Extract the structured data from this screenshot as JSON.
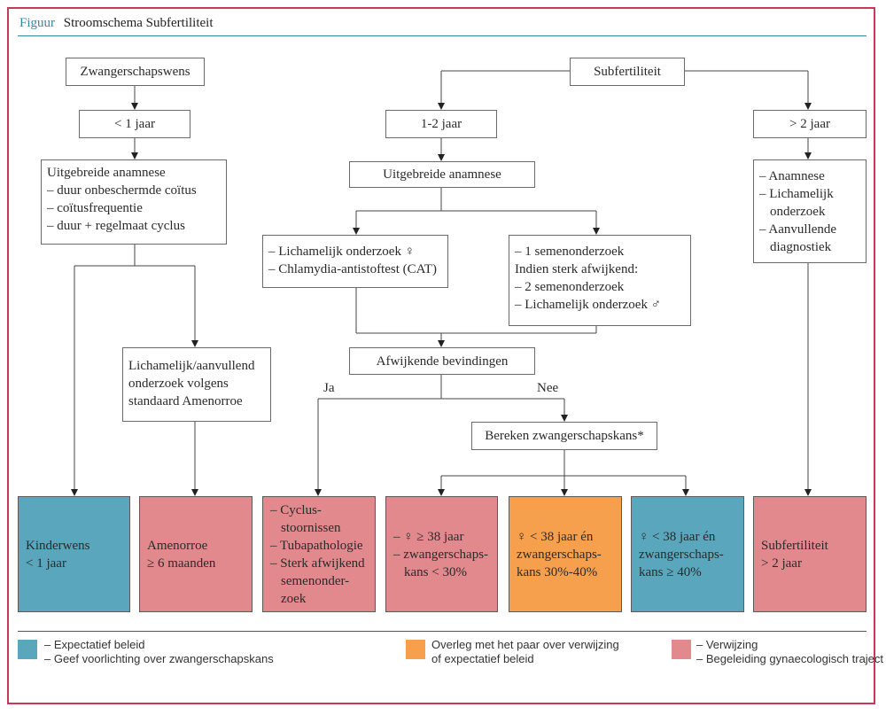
{
  "header": {
    "label": "Figuur",
    "title": "Stroomschema Subfertiliteit"
  },
  "nodes": {
    "zwangerschapswens": "Zwangerschapswens",
    "lt1jaar": "< 1 jaar",
    "anamnese_left": [
      "Uitgebreide anamnese",
      "– duur onbeschermde coïtus",
      "– coïtusfrequentie",
      "– duur + regelmaat cyclus"
    ],
    "lich_aanv": [
      "Lichamelijk/aanvullend",
      "onderzoek volgens",
      "standaard Amenorroe"
    ],
    "subfertiliteit": "Subfertiliteit",
    "j12": "1-2 jaar",
    "gt2jaar": "> 2 jaar",
    "uitgebreide_anamnese": "Uitgebreide anamnese",
    "lich_female": [
      "– Lichamelijk onderzoek ♀",
      "– Chlamydia-antistoftest (CAT)"
    ],
    "semen": [
      "– 1 semenonderzoek",
      "Indien sterk afwijkend:",
      "– 2 semenonderzoek",
      "– Lichamelijk onderzoek ♂"
    ],
    "afwijkende": "Afwijkende bevindingen",
    "bereken": "Bereken zwangerschapskans*",
    "right_anamnese": [
      "– Anamnese",
      "– Lichamelijk",
      "onderzoek",
      "– Aanvullende",
      "diagnostiek"
    ]
  },
  "labels": {
    "ja": "Ja",
    "nee": "Nee"
  },
  "outcomes": {
    "kinderwens": [
      "Kinderwens",
      "< 1 jaar"
    ],
    "amenorroe": [
      "Amenorroe",
      "≥ 6 maanden"
    ],
    "cyclus": [
      "– Cyclus-",
      "stoornissen",
      "– Tubapathologie",
      "– Sterk afwijkend",
      "semenonder-",
      "zoek"
    ],
    "ge38": [
      "– ♀ ≥ 38 jaar",
      "– zwangerschaps-",
      "kans < 30%"
    ],
    "lt38_3040": [
      "♀ < 38 jaar én",
      "zwangerschaps-",
      "kans 30%-40%"
    ],
    "lt38_ge40": [
      "♀ < 38 jaar én",
      "zwangerschaps-",
      "kans ≥ 40%"
    ],
    "subfert_gt2": [
      "Subfertiliteit",
      "> 2 jaar"
    ]
  },
  "legend": {
    "blue": [
      "– Expectatief beleid",
      "– Geef voorlichting over zwangerschapskans"
    ],
    "orange": [
      "Overleg met het paar over verwijzing",
      "of expectatief beleid"
    ],
    "pink": [
      "– Verwijzing",
      "– Begeleiding gynaecologisch traject"
    ]
  },
  "colors": {
    "frame": "#c8385a",
    "blue": "#5aa7bd",
    "pink": "#e2898e",
    "orange": "#f6a04d",
    "accent": "#2f8aa0"
  }
}
